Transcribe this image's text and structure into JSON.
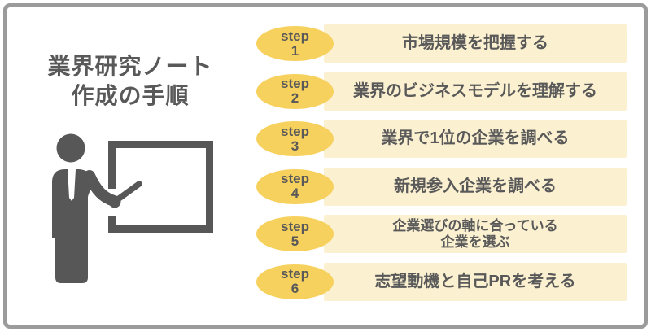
{
  "title": {
    "line1": "業界研究ノート",
    "line2": "作成の手順"
  },
  "steps": [
    {
      "label": "step",
      "number": "1",
      "text": "市場規模を把握する",
      "text2": ""
    },
    {
      "label": "step",
      "number": "2",
      "text": "業界のビジネスモデルを理解する",
      "text2": ""
    },
    {
      "label": "step",
      "number": "3",
      "text": "業界で1位の企業を調べる",
      "text2": ""
    },
    {
      "label": "step",
      "number": "4",
      "text": "新規参入企業を調べる",
      "text2": ""
    },
    {
      "label": "step",
      "number": "5",
      "text": "企業選びの軸に合っている",
      "text2": "企業を選ぶ"
    },
    {
      "label": "step",
      "number": "6",
      "text": "志望動機と自己PRを考える",
      "text2": ""
    }
  ],
  "icon": {
    "name": "presenter-whiteboard-icon"
  },
  "colors": {
    "badge_yellow": "#f7d15e",
    "bar_cream": "#fbf0d0",
    "text_gray": "#595959",
    "border_gray": "#9b9b9b",
    "icon_gray": "#575757"
  }
}
